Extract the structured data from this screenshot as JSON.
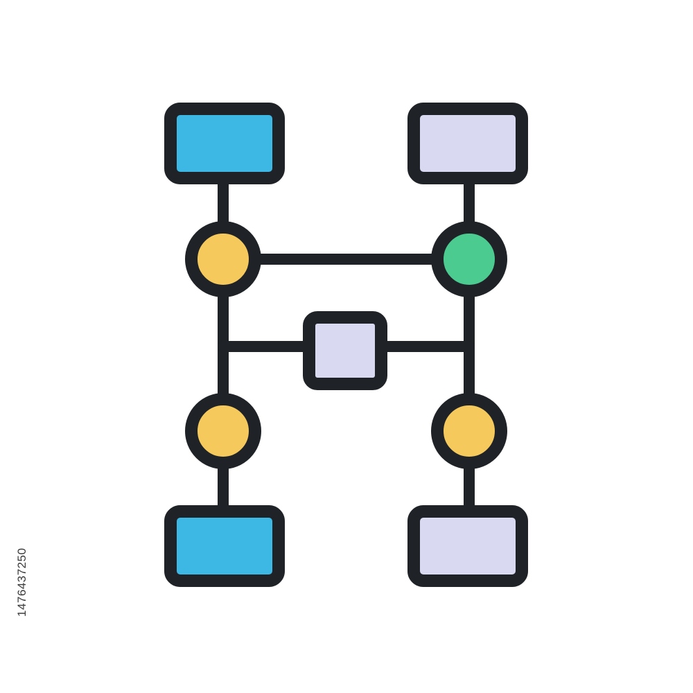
{
  "image": {
    "subject": "hierarchy-structure-icon",
    "stock_id": "1476437250"
  },
  "palette": {
    "outline": "#1f2328",
    "blue": "#3db7e4",
    "lavender": "#d9d9f1",
    "yellow": "#f5c95c",
    "green": "#4ccb91",
    "background": "#ffffff"
  },
  "nodes": [
    {
      "id": "top-left-box",
      "shape": "rect",
      "fill": "blue"
    },
    {
      "id": "top-right-box",
      "shape": "rect",
      "fill": "lavender"
    },
    {
      "id": "upper-left-circle",
      "shape": "circle",
      "fill": "yellow"
    },
    {
      "id": "upper-right-circle",
      "shape": "circle",
      "fill": "green"
    },
    {
      "id": "center-square",
      "shape": "rect",
      "fill": "lavender"
    },
    {
      "id": "lower-left-circle",
      "shape": "circle",
      "fill": "yellow"
    },
    {
      "id": "lower-right-circle",
      "shape": "circle",
      "fill": "yellow"
    },
    {
      "id": "bottom-left-box",
      "shape": "rect",
      "fill": "blue"
    },
    {
      "id": "bottom-right-box",
      "shape": "rect",
      "fill": "lavender"
    }
  ]
}
